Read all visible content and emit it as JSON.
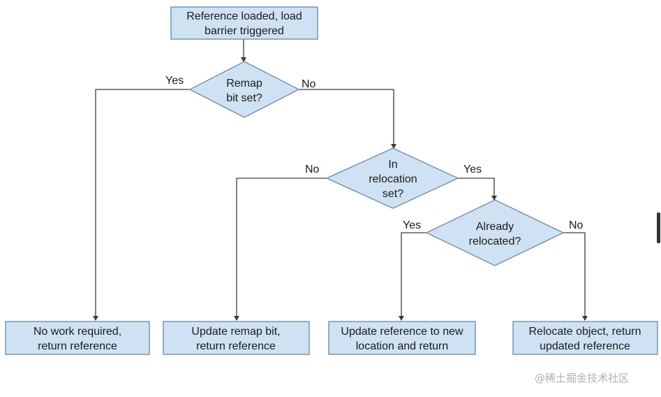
{
  "nodes": {
    "start": [
      "Reference loaded, load",
      "barrier triggered"
    ],
    "remap_decision": [
      "Remap",
      "bit set?"
    ],
    "relocation_decision": [
      "In",
      "relocation",
      "set?"
    ],
    "already_relocated_decision": [
      "Already",
      "relocated?"
    ],
    "no_work": [
      "No work required,",
      "return reference"
    ],
    "update_remap": [
      "Update remap bit,",
      "return reference"
    ],
    "update_reference": [
      "Update reference to new",
      "location and return"
    ],
    "relocate_object": [
      "Relocate object, return",
      "updated reference"
    ]
  },
  "edge_labels": {
    "remap_yes": "Yes",
    "remap_no": "No",
    "relocation_no": "No",
    "relocation_yes": "Yes",
    "already_yes": "Yes",
    "already_no": "No"
  },
  "watermark": "@稀土掘金技术社区",
  "colors": {
    "box_fill": "#cfe2f3",
    "box_stroke": "#6f8fa9",
    "line": "#3a3a3a"
  }
}
